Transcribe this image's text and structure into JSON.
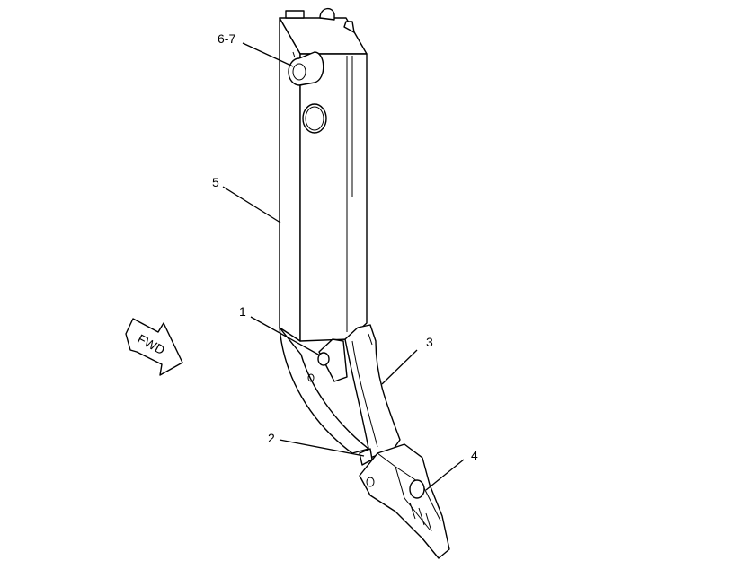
{
  "callouts": {
    "c67": "6-7",
    "c5": "5",
    "c1": "1",
    "c3": "3",
    "c2": "2",
    "c4": "4"
  },
  "direction_arrow": {
    "label": "FWD"
  }
}
